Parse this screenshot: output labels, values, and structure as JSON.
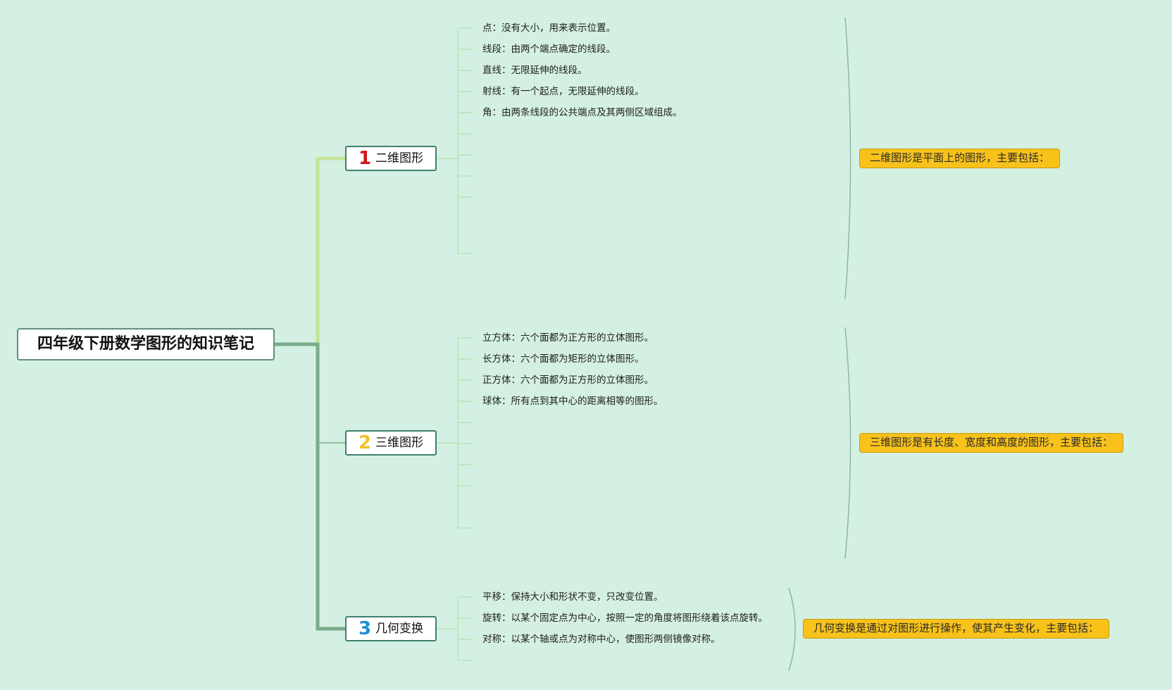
{
  "root": {
    "title": "四年级下册数学图形的知识笔记"
  },
  "branches": [
    {
      "number": "1",
      "number_color": "#d4141c",
      "label": "二维图形",
      "summary": "二维图形是平面上的图形，主要包括：",
      "items": [
        "点：没有大小，用来表示位置。",
        "线段：由两个端点确定的线段。",
        "直线：无限延伸的线段。",
        "射线：有一个起点，无限延伸的线段。",
        "角：由两条线段的公共端点及其两侧区域组成。"
      ]
    },
    {
      "number": "2",
      "number_color": "#f2c12e",
      "label": "三维图形",
      "summary": "三维图形是有长度、宽度和高度的图形，主要包括：",
      "items": [
        "立方体：六个面都为正方形的立体图形。",
        "长方体：六个面都为矩形的立体图形。",
        "正方体：六个面都为正方形的立体图形。",
        "球体：所有点到其中心的距离相等的图形。"
      ]
    },
    {
      "number": "3",
      "number_color": "#1f8fd6",
      "label": "几何变换",
      "summary": "几何变换是通过对图形进行操作，使其产生变化，主要包括：",
      "items": [
        "平移：保持大小和形状不变，只改变位置。",
        "旋转：以某个固定点为中心，按照一定的角度将图形绕着该点旋转。",
        "对称：以某个轴或点为对称中心，使图形两侧镜像对称。"
      ]
    }
  ],
  "colors": {
    "background": "#d4f0e2",
    "branch1_line": "#c4e49a",
    "branch_line": "#78ab8a",
    "leaf_line": "#b8e0a8",
    "summary_fill": "#f8c21b",
    "brace": "#8ab8a4"
  }
}
